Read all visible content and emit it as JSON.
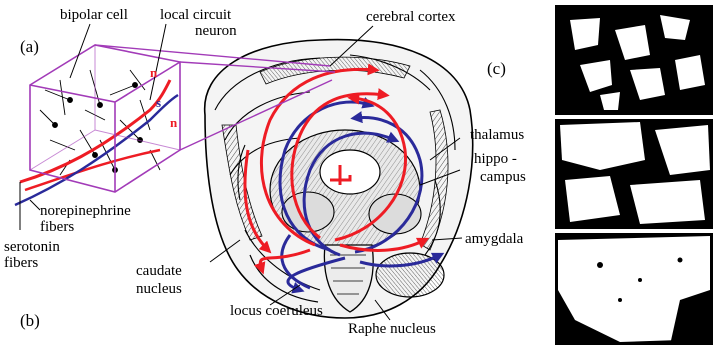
{
  "panels": {
    "a": "(a)",
    "b": "(b)",
    "c": "(c)"
  },
  "labels": {
    "bipolar_cell": "bipolar cell",
    "local_circuit_line1": "local circuit",
    "local_circuit_line2": "neuron",
    "cerebral_cortex": "cerebral cortex",
    "thalamus": "thalamus",
    "hippocampus_line1": "hippo -",
    "hippocampus_line2": "campus",
    "amygdala": "amygdala",
    "norepinephrine_line1": "norepinephrine",
    "norepinephrine_line2": "fibers",
    "serotonin_line1": "serotonin",
    "serotonin_line2": "fibers",
    "caudate_line1": "caudate",
    "caudate_line2": "nucleus",
    "locus_coeruleus": "locus  coeruleus",
    "raphe_nucleus": "Raphe nucleus"
  },
  "cube_letters": {
    "n_top": "n",
    "s": "s",
    "n_bottom": "n"
  },
  "colors": {
    "norepinephrine": "#ee1c24",
    "serotonin": "#2a2a9a",
    "cube_outline": "#a23bb8",
    "ink": "#000000"
  }
}
